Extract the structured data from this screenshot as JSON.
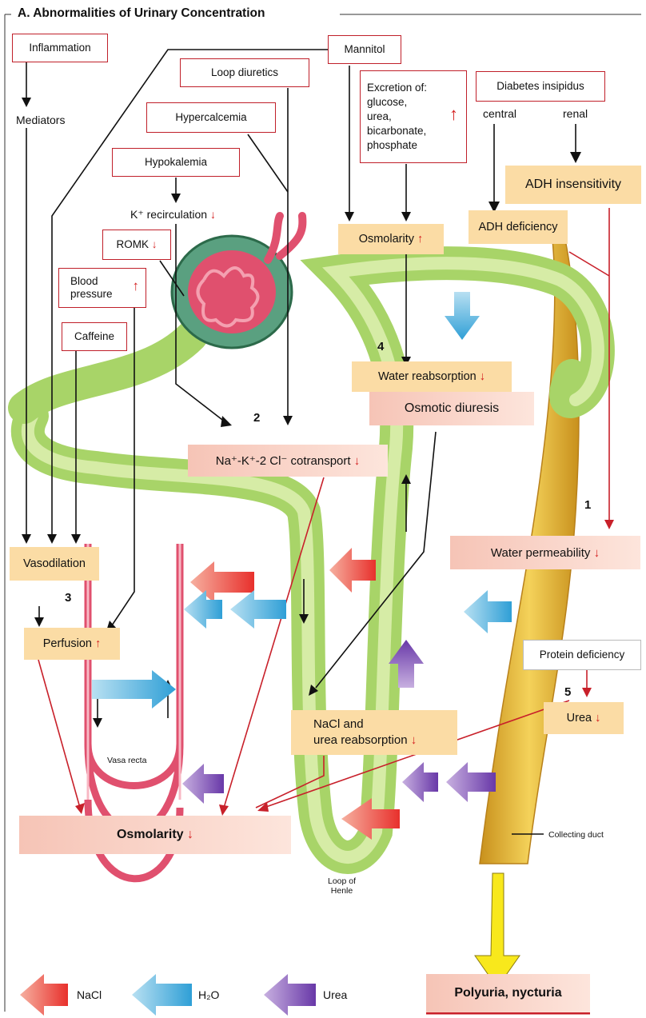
{
  "title": "A. Abnormalities of Urinary Concentration",
  "causes": {
    "inflammation": "Inflammation",
    "mediators": "Mediators",
    "mannitol": "Mannitol",
    "loop_diuretics": "Loop diuretics",
    "hypercalcemia": "Hypercalcemia",
    "hypokalemia": "Hypokalemia",
    "k_recirculation": "K⁺ recirculation",
    "romk": "ROMK",
    "blood_pressure_1": "Blood",
    "blood_pressure_2": "pressure",
    "caffeine": "Caffeine",
    "excretion_1": "Excretion of:",
    "excretion_2": "glucose,",
    "excretion_3": "urea,",
    "excretion_4": "bicarbonate,",
    "excretion_5": "phosphate",
    "diabetes_insipidus": "Diabetes insipidus",
    "central": "central",
    "renal": "renal",
    "protein_deficiency": "Protein deficiency"
  },
  "effects": {
    "adh_insensitivity": "ADH insensitivity",
    "adh_deficiency": "ADH deficiency",
    "osmolarity_top": "Osmolarity",
    "water_reabsorption": "Water reabsorption",
    "osmotic_diuresis": "Osmotic diuresis",
    "cotransport": "Na⁺-K⁺-2 Cl⁻ cotransport",
    "water_permeability": "Water permeability",
    "vasodilation": "Vasodilation",
    "perfusion": "Perfusion",
    "nacl_urea_1": "NaCl and",
    "nacl_urea_2": "urea reabsorption",
    "urea": "Urea",
    "osmolarity_bottom": "Osmolarity",
    "polyuria": "Polyuria, nycturia"
  },
  "numbers": {
    "n1": "1",
    "n2": "2",
    "n3": "3",
    "n4": "4",
    "n5": "5"
  },
  "anatomy": {
    "vasa_recta": "Vasa recta",
    "loop_1": "Loop of",
    "loop_2": "Henle",
    "collecting_duct": "Collecting duct"
  },
  "legend": {
    "nacl": "NaCl",
    "h2o": "H₂O",
    "urea": "Urea"
  },
  "colors": {
    "nacl": "#e8302c",
    "h2o": "#2f9fd6",
    "urea": "#7040a8",
    "tubule": "#a8d468",
    "vessel": "#e0506e",
    "duct": "#e8b830",
    "cause_border": "#c0202a",
    "effect_bg": "#fbdca5",
    "result_bg": "#f6c4b6"
  }
}
